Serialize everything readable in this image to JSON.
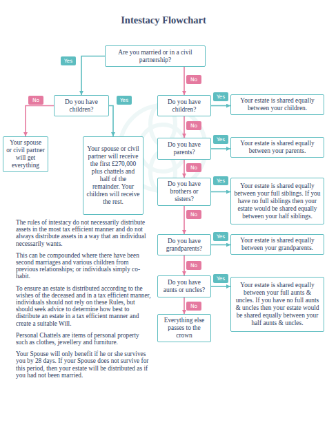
{
  "diagram": {
    "title": "Intestacy Flowchart",
    "nodes": [
      {
        "text": [
          "Are you married or in a civil partnership?"
        ]
      },
      {
        "text": [
          "Do you have children?"
        ]
      },
      {
        "text": [
          "Do you have children?"
        ]
      },
      {
        "text": [
          "Your estate is shared equally between your children."
        ]
      },
      {
        "text": [
          "Your spouse or civil partner will get everything"
        ]
      },
      {
        "text": [
          "Your spouse or civil partner will receive the first £270,000 plus chattels and half of the remainder. Your children will receive the rest."
        ]
      },
      {
        "text": [
          "Do you have parents?"
        ]
      },
      {
        "text": [
          "Your estate is shared equally between your parents."
        ]
      },
      {
        "text": [
          "Do you have brothers or sisters?"
        ]
      },
      {
        "text": [
          "Your estate is shared equally between your full siblings. If you have no full siblings then your estate would be shared equally between your half siblings."
        ]
      },
      {
        "text": [
          "Do you have grandparents?"
        ]
      },
      {
        "text": [
          "Your estate is shared equally between your grandparents."
        ]
      },
      {
        "text": [
          "Do you have aunts or uncles?"
        ]
      },
      {
        "text": [
          "Your estate is shared equally between your full aunts & uncles. If you have no full aunts & uncles then your estate would be shared equally between your half aunts & uncles."
        ]
      },
      {
        "text": [
          "Everything else passes to the crown"
        ]
      }
    ],
    "edges": [
      {
        "from": 0,
        "to": 1,
        "label": "Yes",
        "arrow": "to"
      },
      {
        "from": 0,
        "to": 2,
        "label": "No",
        "arrow": "to"
      },
      {
        "from": 1,
        "to": 4,
        "label": "No",
        "arrow": "to"
      },
      {
        "from": 1,
        "to": 5,
        "label": "Yes",
        "arrow": "to"
      },
      {
        "from": 2,
        "to": 3,
        "label": "Yes",
        "arrow": "to"
      },
      {
        "from": 2,
        "to": 6,
        "label": "No",
        "arrow": "to"
      },
      {
        "from": 6,
        "to": 7,
        "label": "Yes",
        "arrow": "to"
      },
      {
        "from": 6,
        "to": 8,
        "label": "No",
        "arrow": "to"
      },
      {
        "from": 8,
        "to": 9,
        "label": "Yes",
        "arrow": "to"
      },
      {
        "from": 8,
        "to": 10,
        "label": "No",
        "arrow": "to"
      },
      {
        "from": 10,
        "to": 11,
        "label": "Yes",
        "arrow": "to"
      },
      {
        "from": 10,
        "to": 12,
        "label": "No",
        "arrow": "to"
      },
      {
        "from": 12,
        "to": 13,
        "label": "Yes",
        "arrow": "to"
      },
      {
        "from": 12,
        "to": 14,
        "label": "No",
        "arrow": "to"
      }
    ],
    "labels": [
      "The rules of intestacy do not necessarily distribute assets in the most tax efficient manner and do not always distribute assets in a way that an individual necessarily wants.",
      "This can be compounded where there have been second marriages and various children from previous relationships; or individuals simply co-habit.",
      "To ensure an estate is distributed according to the wishes of the deceased and in a tax efficient manner, individuals should not rely on these Rules, but should seek advice to determine how best to distribute an estate in a tax efficient manner and create a suitable Will.",
      "Personal Chattels are items of personal property such as clothes, jewellery and furniture.",
      "Your Spouse will only benefit if he or she survives you by 28 days. If your Spouse does not survive for this period, then your estate will be distributed as if you had not been married."
    ]
  }
}
